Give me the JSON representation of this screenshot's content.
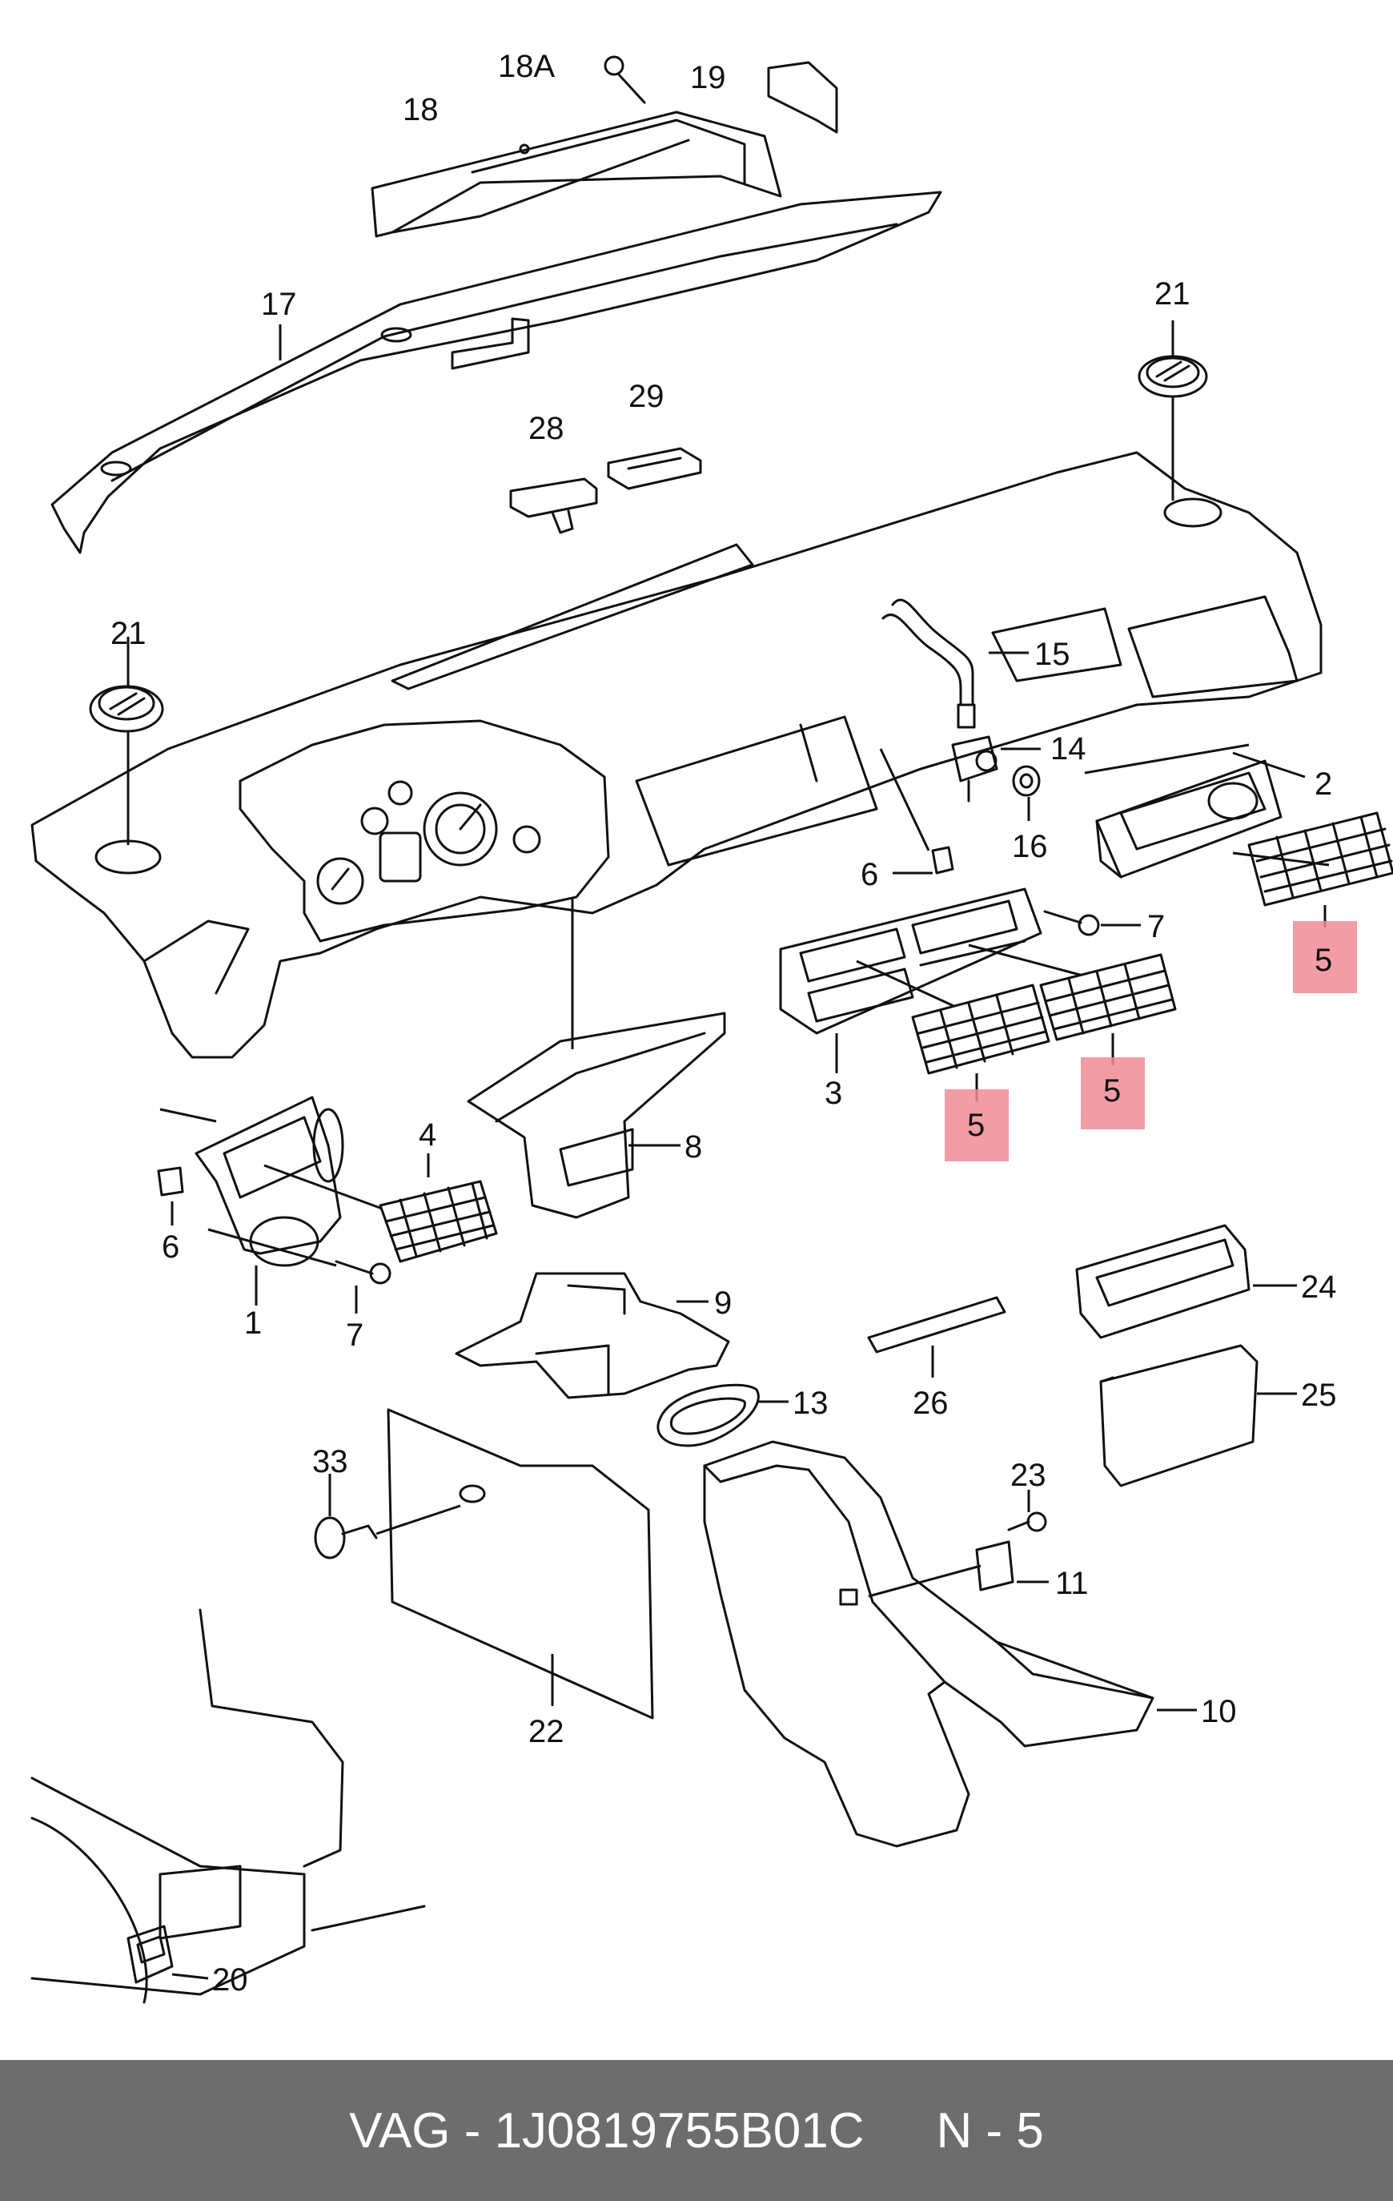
{
  "footer": {
    "brand": "VAG",
    "dash": "-",
    "part_number": "1J0819755B01C",
    "position_code": "N - 5"
  },
  "highlight_color": "#f08c96",
  "callouts": {
    "c18a": "18A",
    "c19": "19",
    "c18": "18",
    "c17": "17",
    "c21a": "21",
    "c21b": "21",
    "c29": "29",
    "c28": "28",
    "c15": "15",
    "c14": "14",
    "c16": "16",
    "c2": "2",
    "c6a": "6",
    "c7a": "7",
    "c3": "3",
    "c5a": "5",
    "c5b": "5",
    "c5c": "5",
    "c4": "4",
    "c8": "8",
    "c6b": "6",
    "c1": "1",
    "c7b": "7",
    "c9": "9",
    "c24": "24",
    "c25": "25",
    "c26": "26",
    "c13": "13",
    "c33": "33",
    "c23": "23",
    "c11": "11",
    "c10": "10",
    "c22": "22",
    "c20": "20"
  }
}
